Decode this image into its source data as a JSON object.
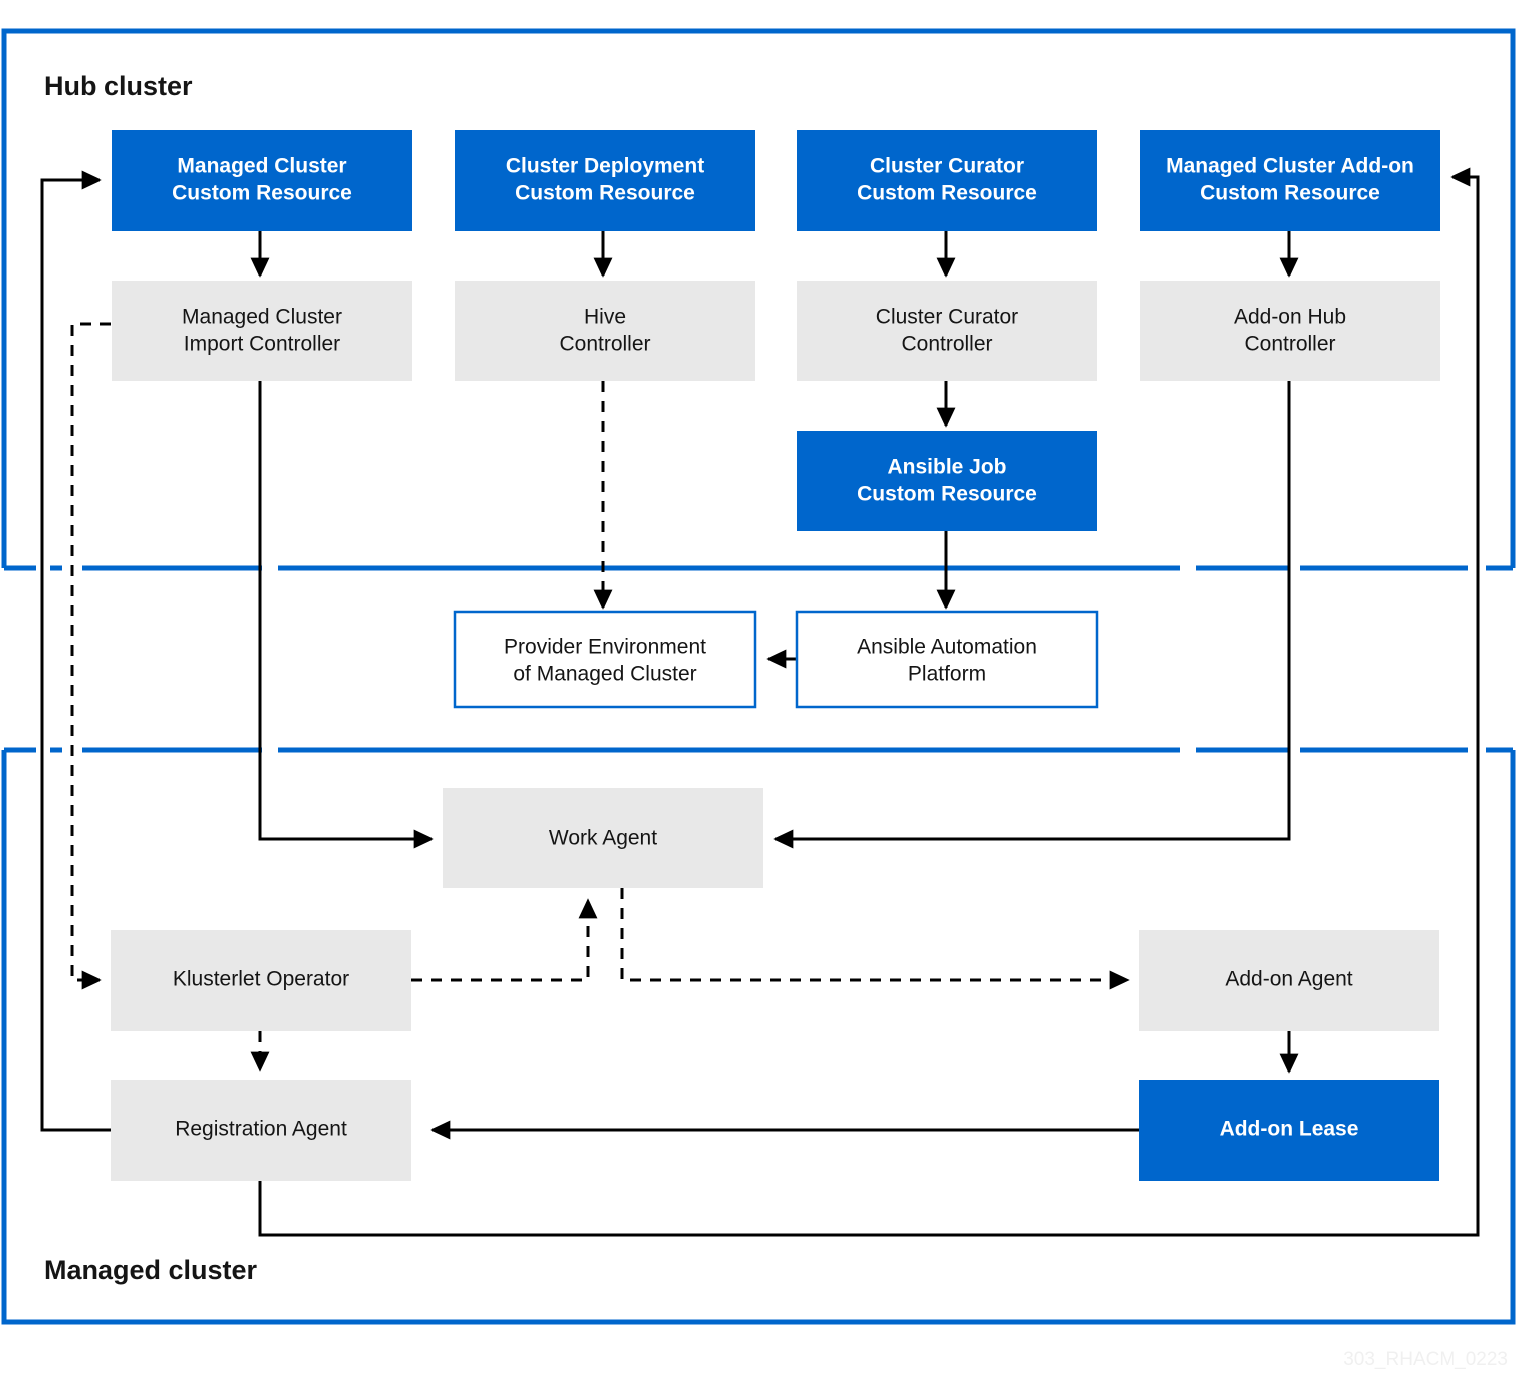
{
  "diagram": {
    "watermark": "303_RHACM_0223",
    "colors": {
      "accent_blue": "#0066cc",
      "box_gray": "#e8e8e8",
      "text_dark": "#151515",
      "text_light": "#ffffff",
      "line_black": "#000000"
    },
    "zones": [
      {
        "id": "hub",
        "label": "Hub cluster"
      },
      {
        "id": "middle",
        "label": ""
      },
      {
        "id": "managed",
        "label": "Managed cluster"
      }
    ],
    "nodes": [
      {
        "id": "managed-cluster-cr",
        "style": "blue",
        "line1": "Managed Cluster",
        "line2": "Custom Resource"
      },
      {
        "id": "cluster-deployment-cr",
        "style": "blue",
        "line1": "Cluster Deployment",
        "line2": "Custom Resource"
      },
      {
        "id": "cluster-curator-cr",
        "style": "blue",
        "line1": "Cluster Curator",
        "line2": "Custom Resource"
      },
      {
        "id": "managed-cluster-addon-cr",
        "style": "blue",
        "line1": "Managed Cluster Add-on",
        "line2": "Custom Resource"
      },
      {
        "id": "managed-cluster-import-controller",
        "style": "gray",
        "line1": "Managed Cluster",
        "line2": "Import Controller"
      },
      {
        "id": "hive-controller",
        "style": "gray",
        "line1": "Hive",
        "line2": "Controller"
      },
      {
        "id": "cluster-curator-controller",
        "style": "gray",
        "line1": "Cluster Curator",
        "line2": "Controller"
      },
      {
        "id": "addon-hub-controller",
        "style": "gray",
        "line1": "Add-on Hub",
        "line2": "Controller"
      },
      {
        "id": "ansible-job-cr",
        "style": "blue",
        "line1": "Ansible Job",
        "line2": "Custom Resource"
      },
      {
        "id": "provider-environment",
        "style": "outline",
        "line1": "Provider Environment",
        "line2": "of Managed Cluster"
      },
      {
        "id": "ansible-automation-platform",
        "style": "outline",
        "line1": "Ansible Automation",
        "line2": "Platform"
      },
      {
        "id": "work-agent",
        "style": "gray",
        "line1": "Work Agent",
        "line2": ""
      },
      {
        "id": "klusterlet-operator",
        "style": "gray",
        "line1": "Klusterlet Operator",
        "line2": ""
      },
      {
        "id": "registration-agent",
        "style": "gray",
        "line1": "Registration Agent",
        "line2": ""
      },
      {
        "id": "addon-agent",
        "style": "gray",
        "line1": "Add-on Agent",
        "line2": ""
      },
      {
        "id": "addon-lease",
        "style": "blue",
        "line1": "Add-on Lease",
        "line2": ""
      }
    ],
    "edges": [
      {
        "from": "managed-cluster-cr",
        "to": "managed-cluster-import-controller",
        "line": "solid"
      },
      {
        "from": "cluster-deployment-cr",
        "to": "hive-controller",
        "line": "solid"
      },
      {
        "from": "cluster-curator-cr",
        "to": "cluster-curator-controller",
        "line": "solid"
      },
      {
        "from": "managed-cluster-addon-cr",
        "to": "addon-hub-controller",
        "line": "solid"
      },
      {
        "from": "cluster-curator-controller",
        "to": "ansible-job-cr",
        "line": "solid"
      },
      {
        "from": "ansible-job-cr",
        "to": "ansible-automation-platform",
        "line": "solid"
      },
      {
        "from": "hive-controller",
        "to": "provider-environment",
        "line": "dashed"
      },
      {
        "from": "ansible-automation-platform",
        "to": "provider-environment",
        "line": "dashed"
      },
      {
        "from": "managed-cluster-import-controller",
        "to": "work-agent",
        "line": "solid"
      },
      {
        "from": "addon-hub-controller",
        "to": "work-agent",
        "line": "solid"
      },
      {
        "from": "managed-cluster-import-controller",
        "to": "klusterlet-operator",
        "line": "dashed"
      },
      {
        "from": "klusterlet-operator",
        "to": "work-agent",
        "line": "dashed"
      },
      {
        "from": "klusterlet-operator",
        "to": "registration-agent",
        "line": "dashed"
      },
      {
        "from": "work-agent",
        "to": "addon-agent",
        "line": "dashed"
      },
      {
        "from": "addon-agent",
        "to": "addon-lease",
        "line": "solid"
      },
      {
        "from": "addon-lease",
        "to": "registration-agent",
        "line": "solid"
      },
      {
        "from": "registration-agent",
        "to": "managed-cluster-cr",
        "line": "solid"
      },
      {
        "from": "registration-agent",
        "to": "managed-cluster-addon-cr",
        "line": "solid"
      }
    ]
  }
}
